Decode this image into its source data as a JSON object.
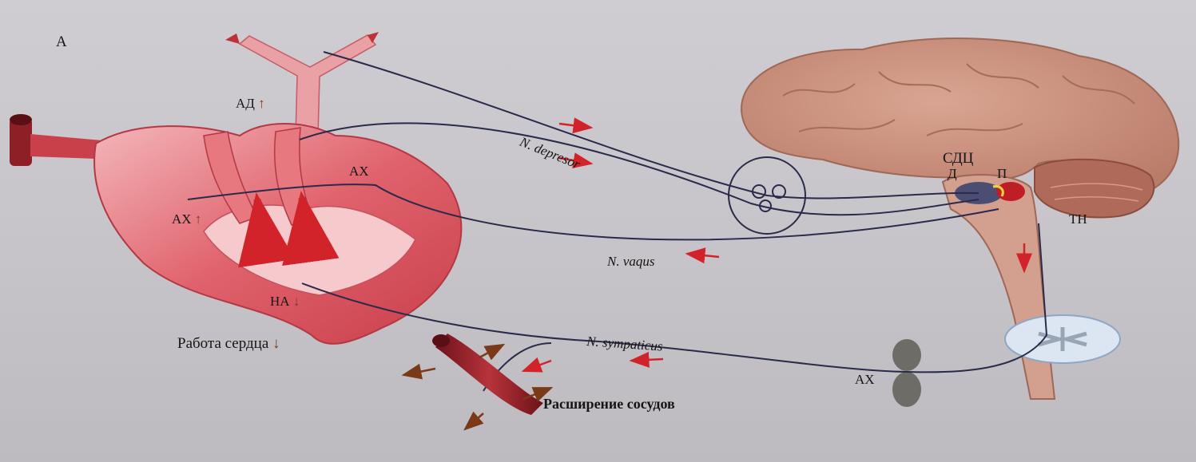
{
  "figure": {
    "panel_letter": "А",
    "labels": {
      "ad": "АД",
      "ax_left": "АХ",
      "ax_top": "АХ",
      "na": "НА",
      "heart_work": "Работа сердца",
      "vasodilation": "Расширение сосудов",
      "ax_ganglion": "АХ",
      "sdc": "СДЦ",
      "d": "Д",
      "p": "П",
      "tn": "ТН"
    },
    "nerves": {
      "depresor": "N. depresor",
      "vagus": "N. vaqus",
      "sympaticus": "N. sympaticus"
    },
    "colors": {
      "heart": "#d9555f",
      "heart_light": "#f0a9ad",
      "vessel": "#8e1f27",
      "brain": "#c98f7c",
      "nerve": "#2a2a4a",
      "arrow_red": "#d2232a",
      "arrow_brown": "#7a3a18",
      "ganglion": "#6e6c66",
      "spinal": "#dbe6f2"
    }
  }
}
